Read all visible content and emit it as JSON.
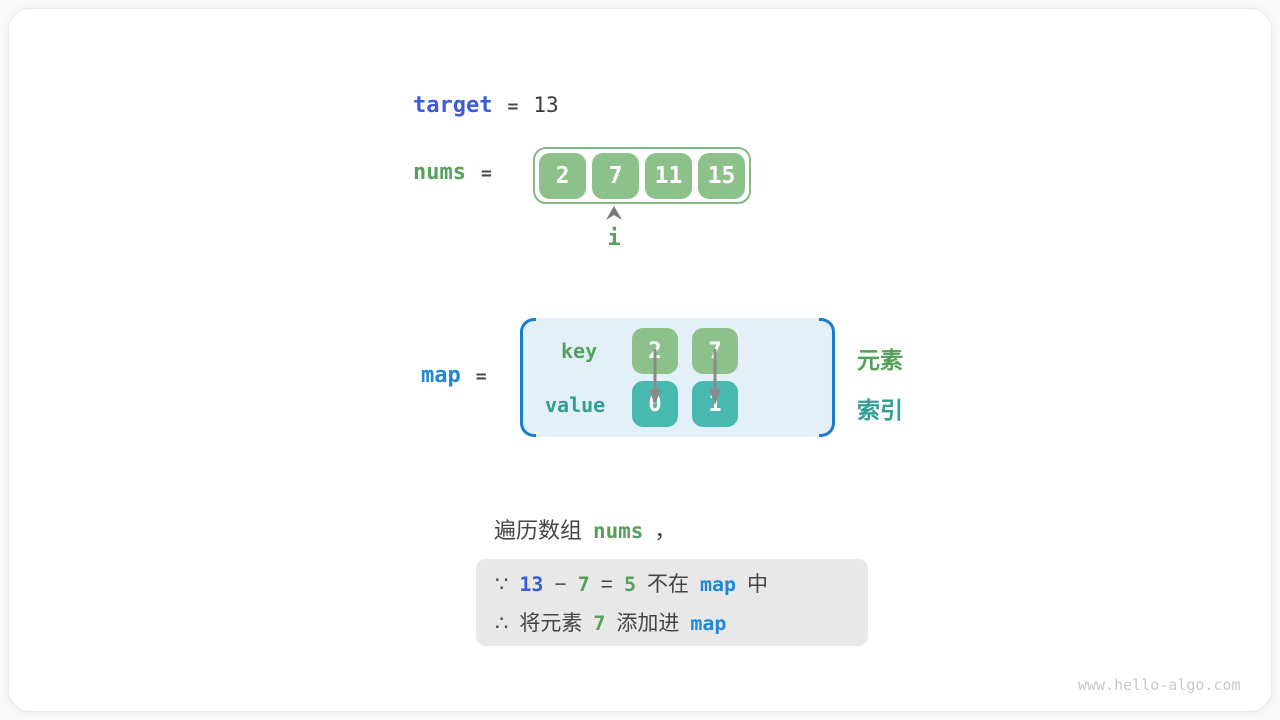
{
  "colors": {
    "royal_blue": "#3b5bd9",
    "azure_blue": "#1e88d2",
    "green_text": "#55a15c",
    "green_cell": "#8dc18b",
    "teal_text": "#2f9e94",
    "teal_cell": "#48b9ae",
    "dark_text": "#454545",
    "map_bg": "#e4f0f8",
    "bracket_blue": "#1a7ccd",
    "note_bg": "#e8e8e8",
    "arrow_gray": "#8a8a8a"
  },
  "target_line": {
    "name": "target",
    "equals": "=",
    "value": "13"
  },
  "nums": {
    "name": "nums",
    "equals": "=",
    "cells": [
      "2",
      "7",
      "11",
      "15"
    ],
    "pointer": {
      "label": "i",
      "index": 1
    }
  },
  "map": {
    "name": "map",
    "equals": "=",
    "key_label": "key",
    "value_label": "value",
    "keys": [
      "2",
      "7"
    ],
    "values": [
      "0",
      "1"
    ],
    "side_labels": {
      "element": "元素",
      "index": "索引"
    }
  },
  "caption": {
    "segments": [
      {
        "t": "遍历数组",
        "c": "dark"
      },
      {
        "t": "nums",
        "c": "green",
        "m": true
      },
      {
        "t": "，",
        "c": "dark"
      }
    ]
  },
  "note": {
    "line1": [
      {
        "t": "∵",
        "c": "dark"
      },
      {
        "t": "13",
        "c": "blue",
        "m": true
      },
      {
        "t": "−",
        "c": "dark"
      },
      {
        "t": "7",
        "c": "green",
        "m": true
      },
      {
        "t": "=",
        "c": "dark"
      },
      {
        "t": "5",
        "c": "green",
        "m": true
      },
      {
        "t": "不在",
        "c": "dark"
      },
      {
        "t": "map",
        "c": "azure",
        "m": true
      },
      {
        "t": "中",
        "c": "dark"
      }
    ],
    "line2": [
      {
        "t": "∴",
        "c": "dark"
      },
      {
        "t": "将元素",
        "c": "dark"
      },
      {
        "t": "7",
        "c": "green",
        "m": true
      },
      {
        "t": "添加进",
        "c": "dark"
      },
      {
        "t": "map",
        "c": "azure",
        "m": true
      }
    ]
  },
  "watermark": "www.hello-algo.com"
}
